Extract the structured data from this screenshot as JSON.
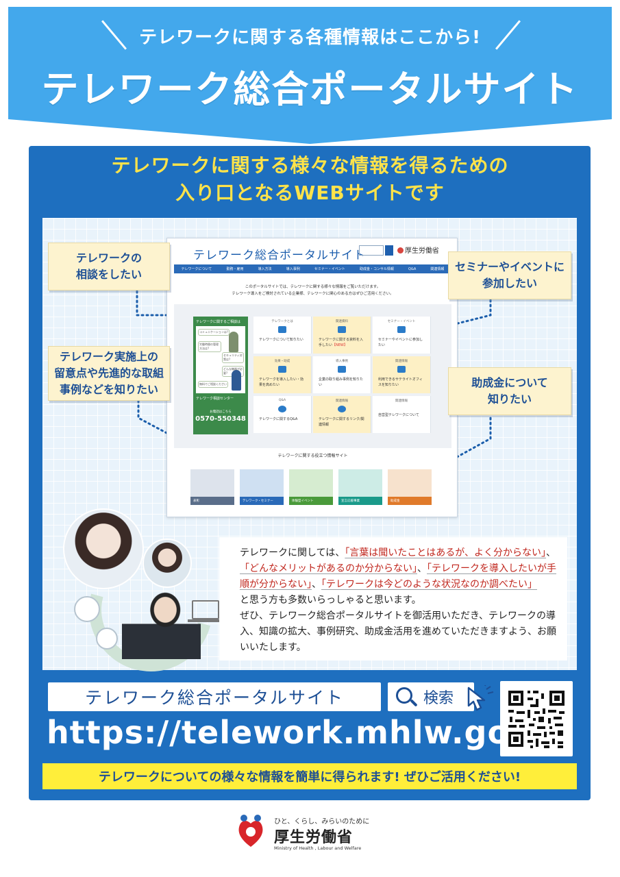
{
  "header": {
    "subtitle": "テレワークに関する各種情報はここから!",
    "title": "テレワーク総合ポータルサイト"
  },
  "panel": {
    "headline": [
      "テレワークに関する様々な情報を得るための",
      "入り口となるWEBサイトです"
    ]
  },
  "callouts": [
    "テレワークの\n相談をしたい",
    "セミナーやイベントに\n参加したい",
    "テレワーク実施上の\n留意点や先進的な取組\n事例などを知りたい",
    "助成金について\n知りたい"
  ],
  "mock_site": {
    "title": "テレワーク総合ポータルサイト",
    "logo": "厚生労働省",
    "nav": [
      "テレワークについて",
      "勤務・雇用",
      "導入方法",
      "導入事例",
      "セミナー・イベント",
      "助成金・コンサル情報",
      "Q&A",
      "関連情報"
    ],
    "intro": "このポータルサイトでは、テレワークに関する様々な情報をご覧いただけます。\nテレワーク導入をご検討されている企業様、テレワークに関心のある方はぜひご活用ください。",
    "left_panel": {
      "title": "テレワークに関するご相談は",
      "bubbles": [
        "コミュニケーションは?",
        "労働時間の管理方法は?",
        "セキュリティ対策は?",
        "どんな機器が必要?",
        "無料でご相談ください"
      ],
      "center": "テレワーク相談センター",
      "phone_label": "お電話はこちら",
      "phone": "0570-550348"
    },
    "tiles": [
      {
        "cat": "テレワークとは",
        "label": "テレワークについて知りたい",
        "new": "",
        "style": "white"
      },
      {
        "cat": "関連資料",
        "label": "テレワークに関する資料を入手したい",
        "new": "【NEW】",
        "style": "yellow"
      },
      {
        "cat": "セミナー・イベント",
        "label": "セミナーやイベントに参加したい",
        "new": "",
        "style": "white"
      },
      {
        "cat": "効果・助成",
        "label": "テレワークを導入したい・効果を高めたい",
        "new": "",
        "style": "yellow"
      },
      {
        "cat": "導入事例",
        "label": "企業の取り組み事例を知りたい",
        "new": "",
        "style": "white"
      },
      {
        "cat": "関連情報",
        "label": "利用できるサテライトオフィスを知りたい",
        "new": "",
        "style": "yellow"
      },
      {
        "cat": "Q&A",
        "label": "テレワークに関するQ&A",
        "new": "",
        "style": "white"
      },
      {
        "cat": "関連情報",
        "label": "テレワークに関するリンク/関連情報",
        "new": "",
        "style": "yellow"
      },
      {
        "cat": "関連情報",
        "label": "自営型テレワークについて",
        "new": "",
        "style": "white"
      }
    ],
    "useful_title": "テレワークに関する役立つ情報サイト",
    "useful_sites": [
      {
        "label": "表彰",
        "color": "#5a6e8a",
        "pic": "#dde3ec"
      },
      {
        "label": "テレワーク・セミナー",
        "color": "#2a6ab8",
        "pic": "#cfe0f2"
      },
      {
        "label": "体験型イベント",
        "color": "#4a9a3a",
        "pic": "#d6ecd0"
      },
      {
        "label": "宣言応援事業",
        "color": "#1a9a8a",
        "pic": "#cdece6"
      },
      {
        "label": "助成金",
        "color": "#e07a2a",
        "pic": "#f7e2cd"
      }
    ]
  },
  "body_text": {
    "p1_before": "テレワークに関しては、",
    "quotes": [
      "「言葉は聞いたことはあるが、よく分からない」",
      "「どんなメリットがあるのか分からない」",
      "「テレワークを導入したいが手順が分からない」",
      "「テレワークは今どのような状況なのか調べたい」"
    ],
    "sep1": "、",
    "sep2": "、",
    "sep3": "、",
    "p1_after": "と思う方も多数いらっしゃると思います。",
    "p2": "ぜひ、テレワーク総合ポータルサイトを御活用いただき、テレワークの導入、知識の拡大、事例研究、助成金活用を進めていただきますよう、お願いいたします。"
  },
  "search": {
    "query": "テレワーク総合ポータルサイト",
    "button": "検索",
    "url": "https://telework.mhlw.go.jp/"
  },
  "bottom_banner": "テレワークについての様々な情報を簡単に得られます! ぜひご活用ください!",
  "footer": {
    "tagline": "ひと、くらし、みらいのために",
    "name": "厚生労働省",
    "english": "Ministry of Health , Labour and Welfare"
  },
  "colors": {
    "banner_blue": "#43a8ec",
    "panel_blue": "#1e6fbf",
    "headline_yellow": "#ffe34a",
    "bar_yellow": "#ffee3a",
    "quote_red": "#c0261d"
  }
}
